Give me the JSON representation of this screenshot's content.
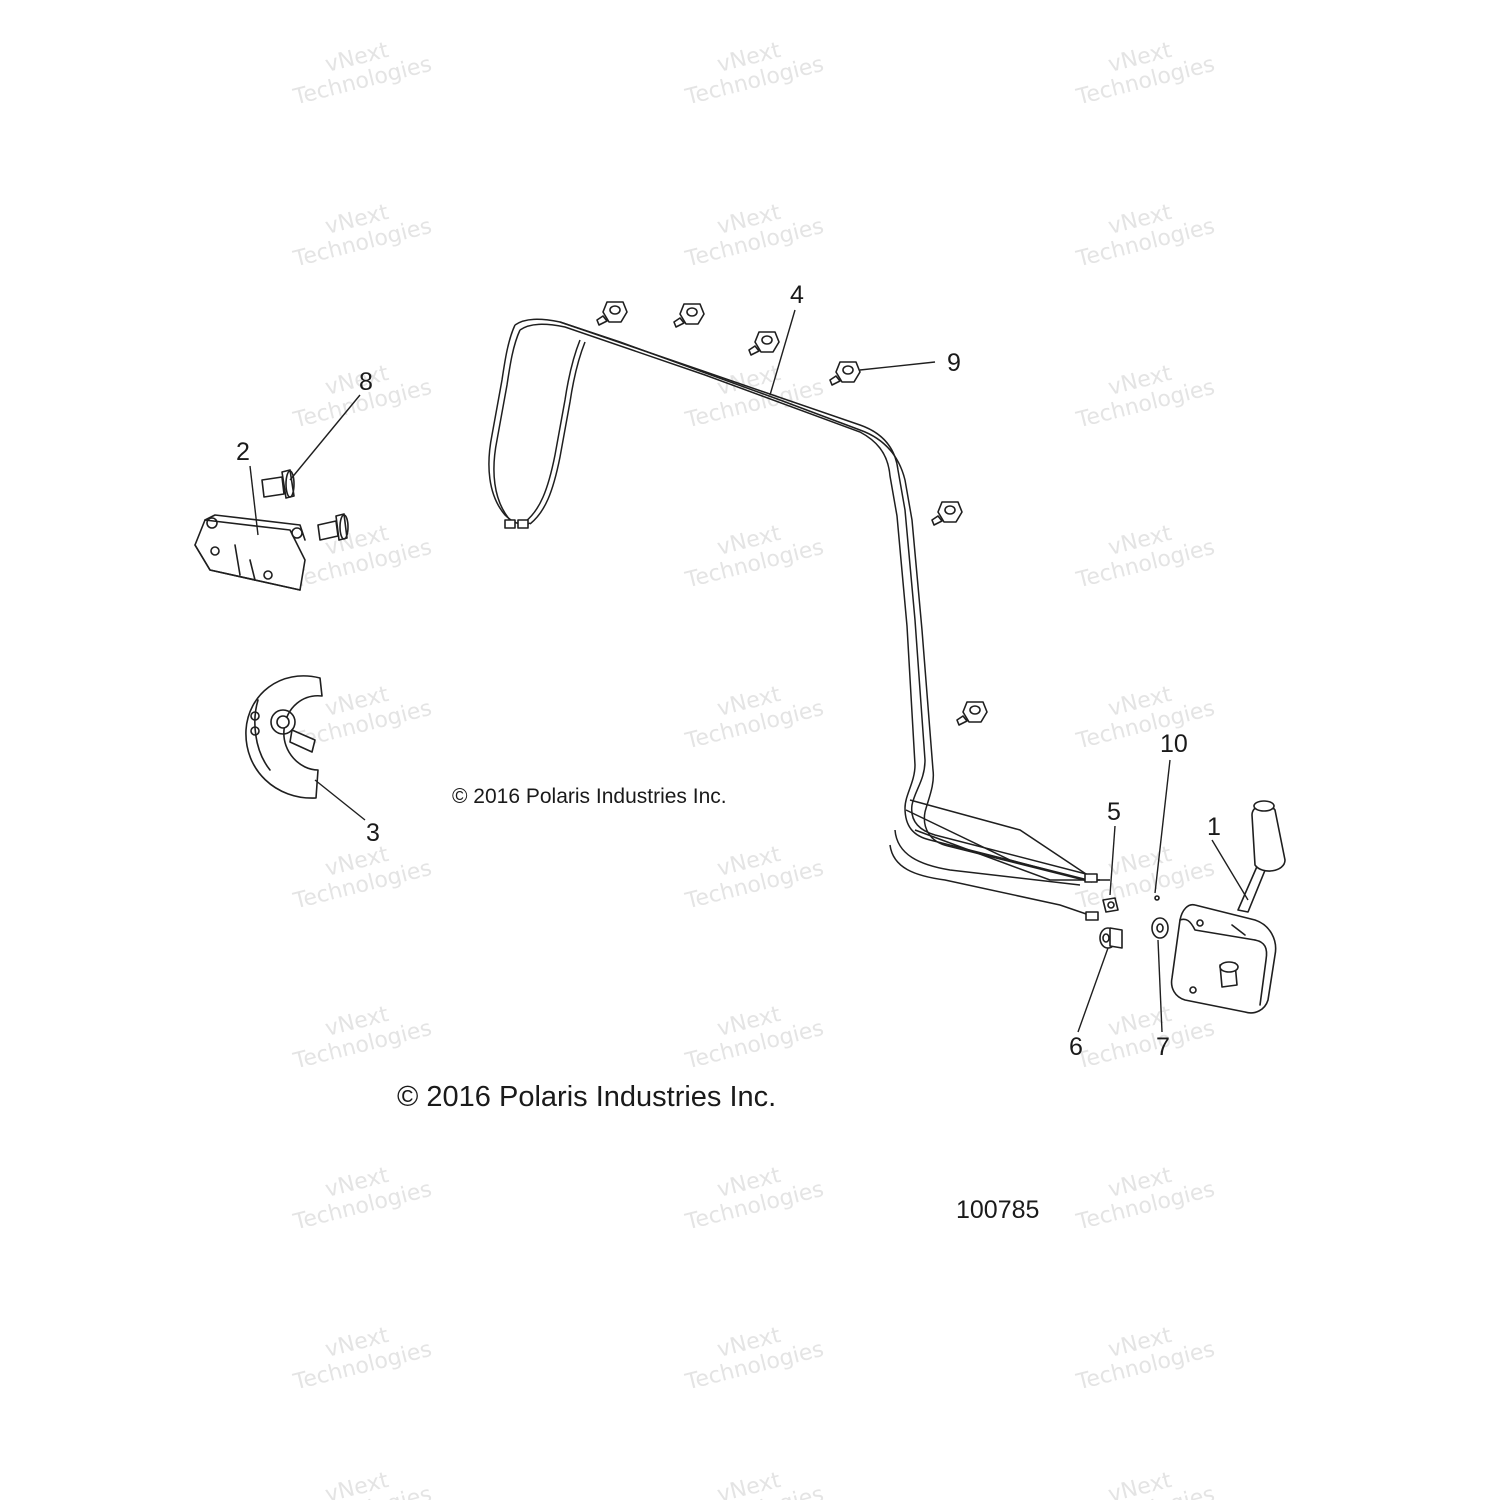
{
  "watermark": {
    "line1": "vNext",
    "line2": "Technologies"
  },
  "callouts": [
    "1",
    "2",
    "3",
    "4",
    "5",
    "6",
    "7",
    "8",
    "9",
    "10"
  ],
  "copyright_small": "© 2016 Polaris Industries Inc.",
  "copyright_large": "© 2016 Polaris Industries Inc.",
  "figure_number": "100785",
  "colors": {
    "line": "#1f1f1f",
    "watermark": "#e4e4e4",
    "background": "#ffffff"
  }
}
